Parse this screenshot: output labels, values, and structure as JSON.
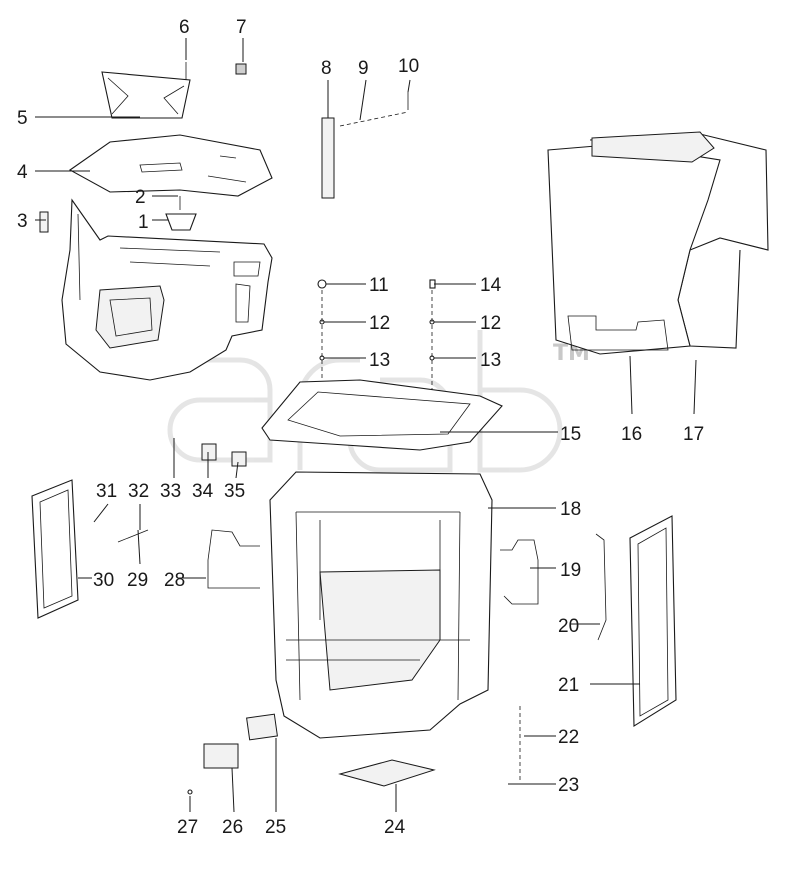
{
  "diagram": {
    "watermark": "TM",
    "callouts": [
      {
        "id": "c1",
        "label": "1"
      },
      {
        "id": "c2",
        "label": "2"
      },
      {
        "id": "c3",
        "label": "3"
      },
      {
        "id": "c4",
        "label": "4"
      },
      {
        "id": "c5",
        "label": "5"
      },
      {
        "id": "c6",
        "label": "6"
      },
      {
        "id": "c7",
        "label": "7"
      },
      {
        "id": "c8",
        "label": "8"
      },
      {
        "id": "c9",
        "label": "9"
      },
      {
        "id": "c10",
        "label": "10"
      },
      {
        "id": "c11",
        "label": "11"
      },
      {
        "id": "c12a",
        "label": "12"
      },
      {
        "id": "c12b",
        "label": "12"
      },
      {
        "id": "c13a",
        "label": "13"
      },
      {
        "id": "c13b",
        "label": "13"
      },
      {
        "id": "c14",
        "label": "14"
      },
      {
        "id": "c15",
        "label": "15"
      },
      {
        "id": "c16",
        "label": "16"
      },
      {
        "id": "c17",
        "label": "17"
      },
      {
        "id": "c18",
        "label": "18"
      },
      {
        "id": "c19",
        "label": "19"
      },
      {
        "id": "c20",
        "label": "20"
      },
      {
        "id": "c21",
        "label": "21"
      },
      {
        "id": "c22",
        "label": "22"
      },
      {
        "id": "c23",
        "label": "23"
      },
      {
        "id": "c24",
        "label": "24"
      },
      {
        "id": "c25",
        "label": "25"
      },
      {
        "id": "c26",
        "label": "26"
      },
      {
        "id": "c27",
        "label": "27"
      },
      {
        "id": "c28",
        "label": "28"
      },
      {
        "id": "c29",
        "label": "29"
      },
      {
        "id": "c30",
        "label": "30"
      },
      {
        "id": "c31",
        "label": "31"
      },
      {
        "id": "c32",
        "label": "32"
      },
      {
        "id": "c33",
        "label": "33"
      },
      {
        "id": "c34",
        "label": "34"
      },
      {
        "id": "c35",
        "label": "35"
      }
    ]
  }
}
